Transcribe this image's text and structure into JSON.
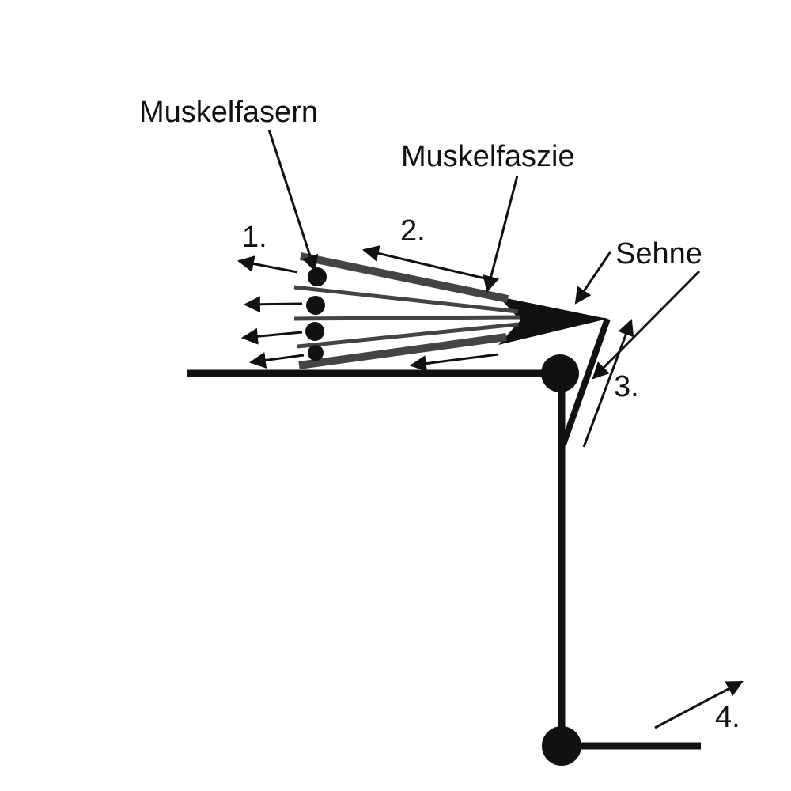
{
  "labels": {
    "fibers": "Muskelfasern",
    "fascia": "Muskelfaszie",
    "tendon": "Sehne",
    "step1": "1.",
    "step2": "2.",
    "step3": "3.",
    "step4": "4."
  },
  "colors": {
    "background": "#ffffff",
    "ink": "#111111",
    "fiber": "#444444"
  }
}
